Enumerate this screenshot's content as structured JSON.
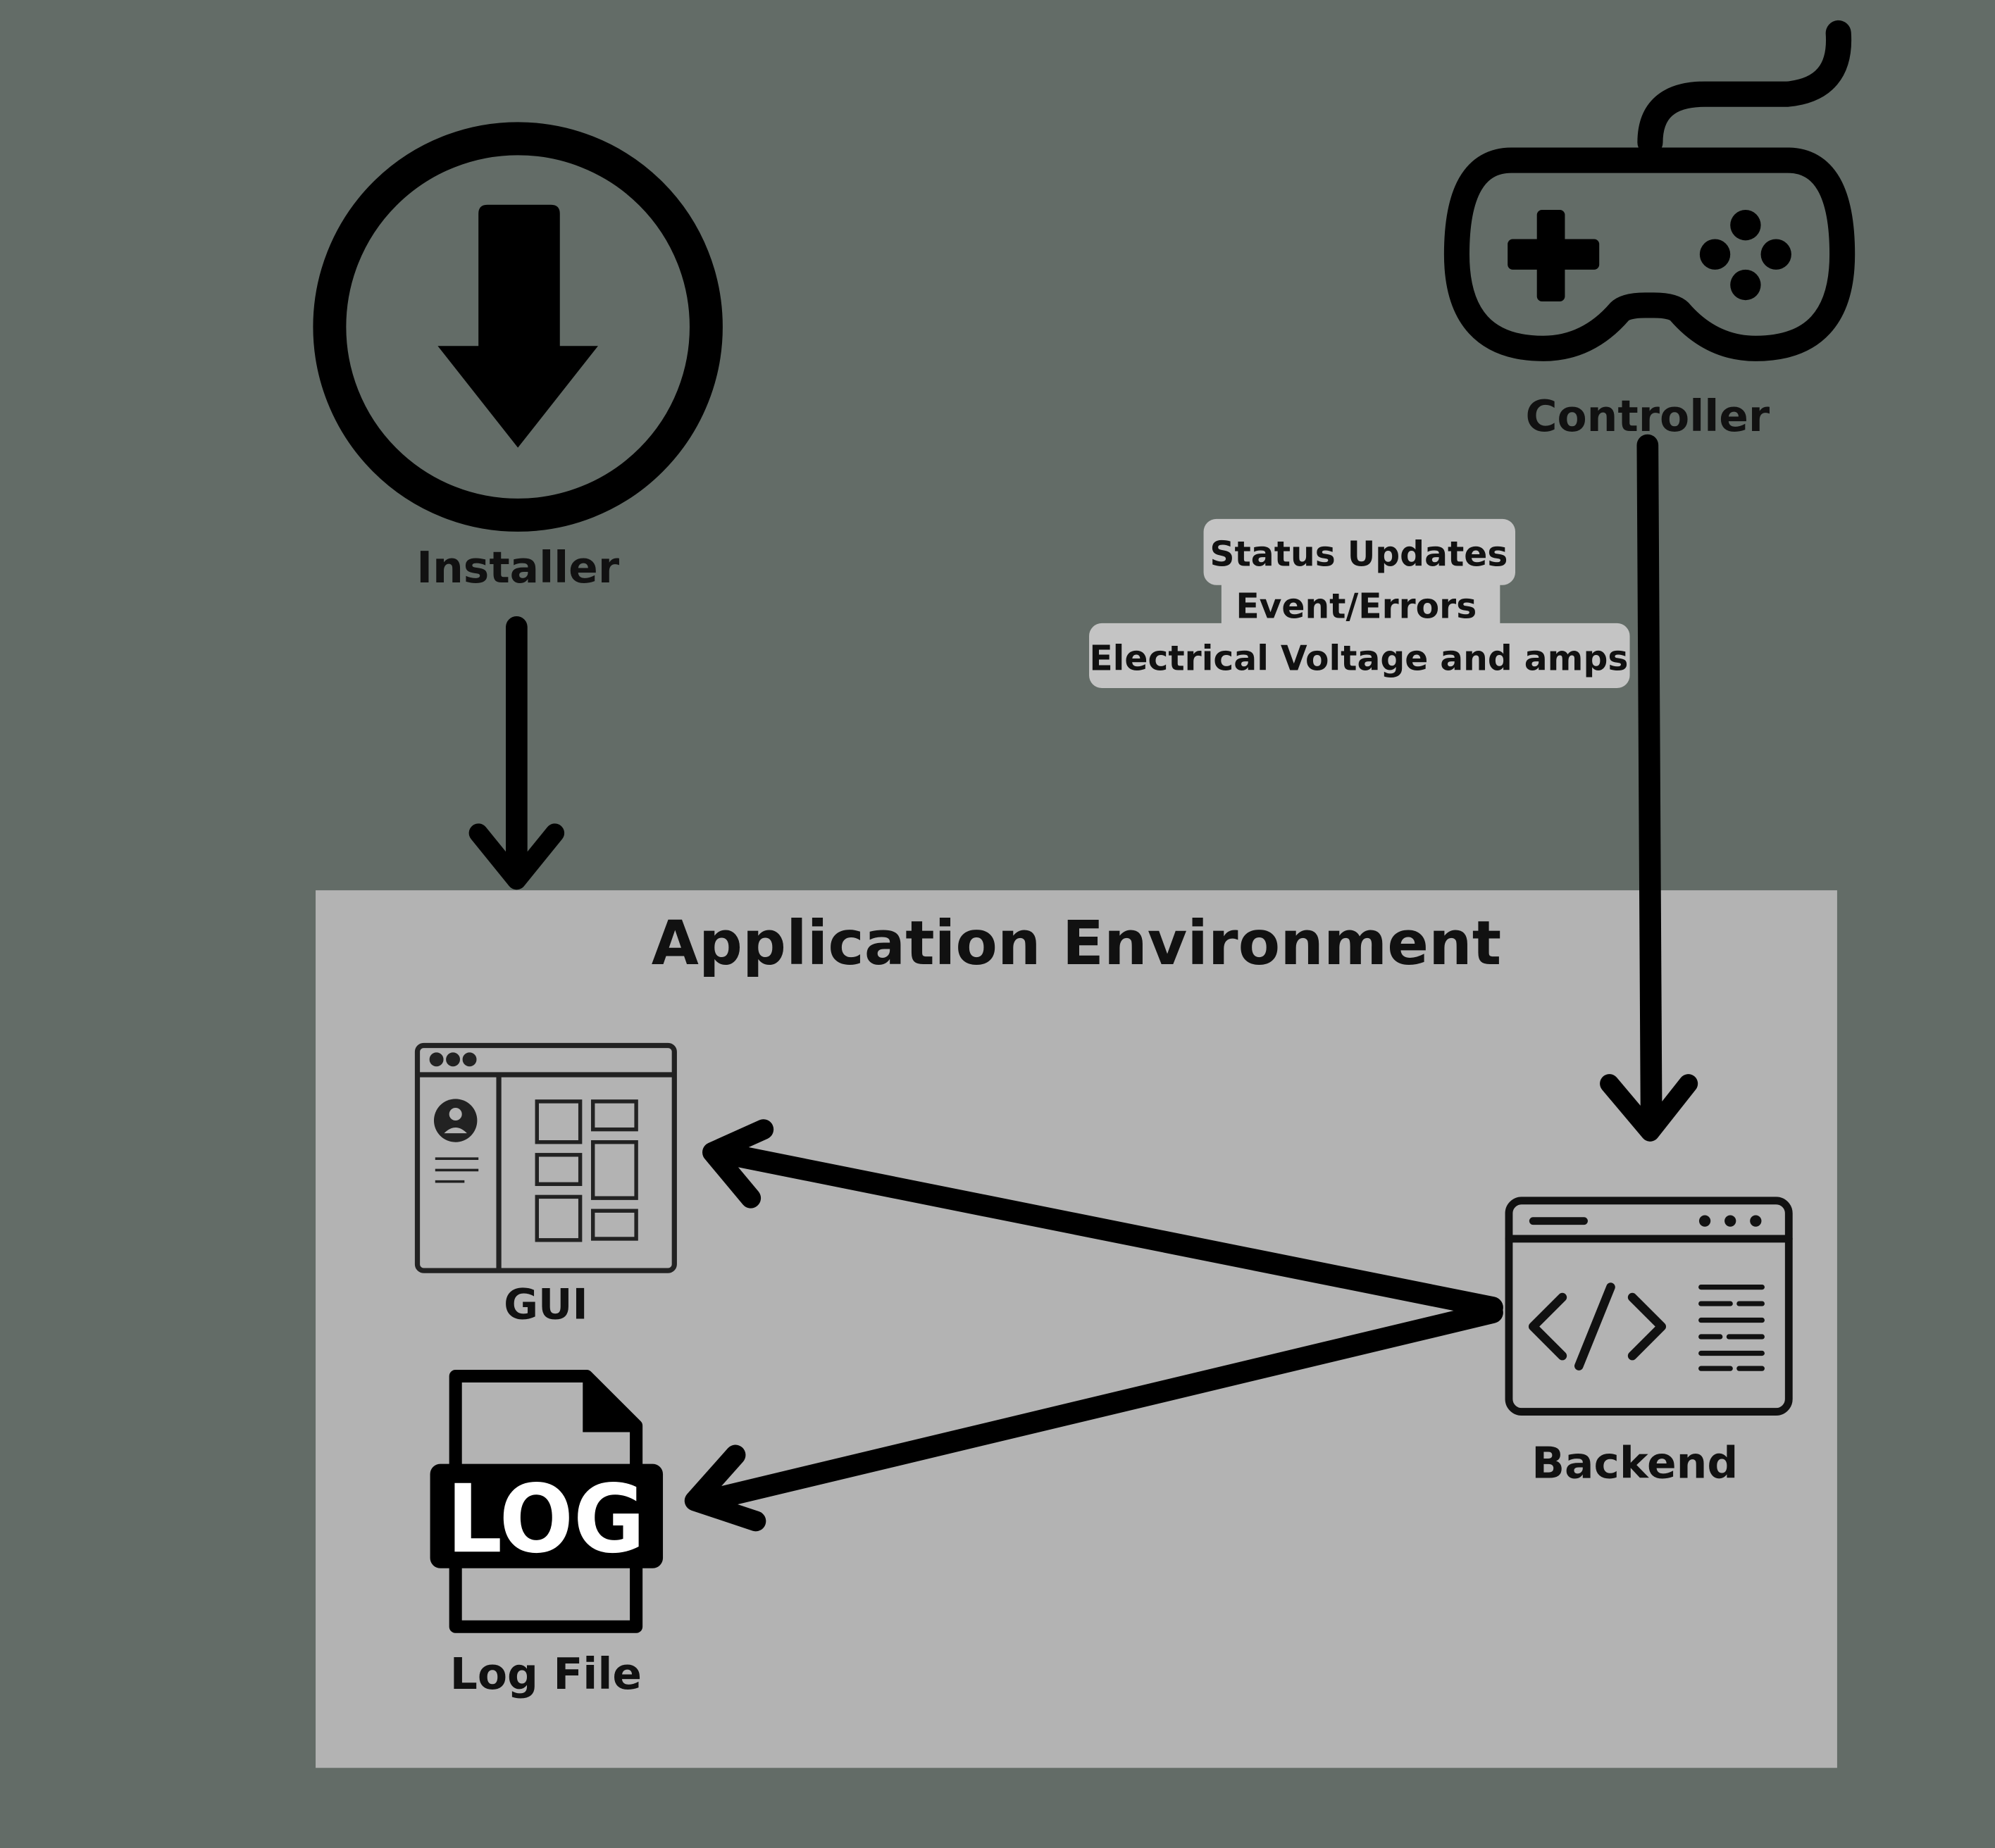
{
  "colors": {
    "background": "#636c67",
    "environment_box": "#b3b3b3",
    "pill": "#c4c4c4",
    "stroke": "#111111",
    "log_text": "#ffffff"
  },
  "nodes": {
    "installer": {
      "label": "Installer",
      "icon": "download-circle-icon"
    },
    "controller": {
      "label": "Controller",
      "icon": "gamepad-icon"
    },
    "gui": {
      "label": "GUI",
      "icon": "app-window-icon"
    },
    "log_file": {
      "label": "Log File",
      "icon": "log-file-icon",
      "badge": "LOG"
    },
    "backend": {
      "label": "Backend",
      "icon": "code-window-icon"
    }
  },
  "environment": {
    "title": "Application Environment"
  },
  "edge_labels": {
    "controller_to_backend": [
      "Status Updates",
      "Event/Errors",
      "Electrical Voltage and amps"
    ]
  }
}
